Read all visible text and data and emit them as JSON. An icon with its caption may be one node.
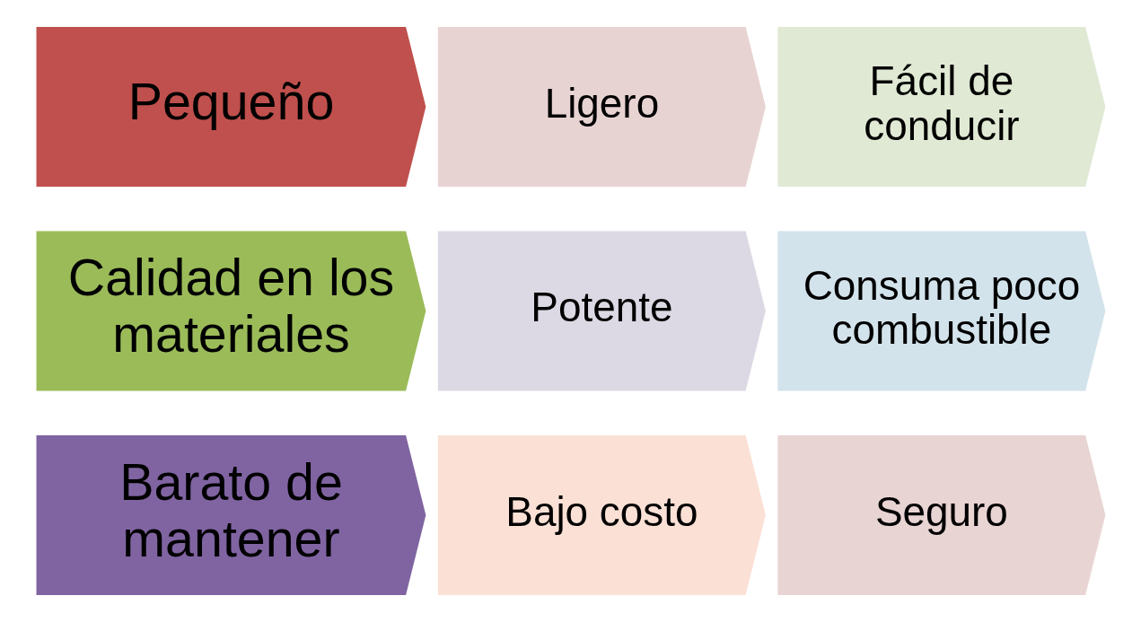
{
  "diagram": {
    "nodes": [
      {
        "text": [
          "Pequeño"
        ]
      },
      {
        "text": [
          "Ligero"
        ]
      },
      {
        "text": [
          "Fácil de conducir"
        ]
      },
      {
        "text": [
          "Calidad en los materiales"
        ]
      },
      {
        "text": [
          "Potente"
        ]
      },
      {
        "text": [
          "Consuma poco combustible"
        ]
      },
      {
        "text": [
          "Barato de mantener"
        ]
      },
      {
        "text": [
          "Bajo costo"
        ]
      },
      {
        "text": [
          "Seguro"
        ]
      }
    ],
    "edges": []
  }
}
